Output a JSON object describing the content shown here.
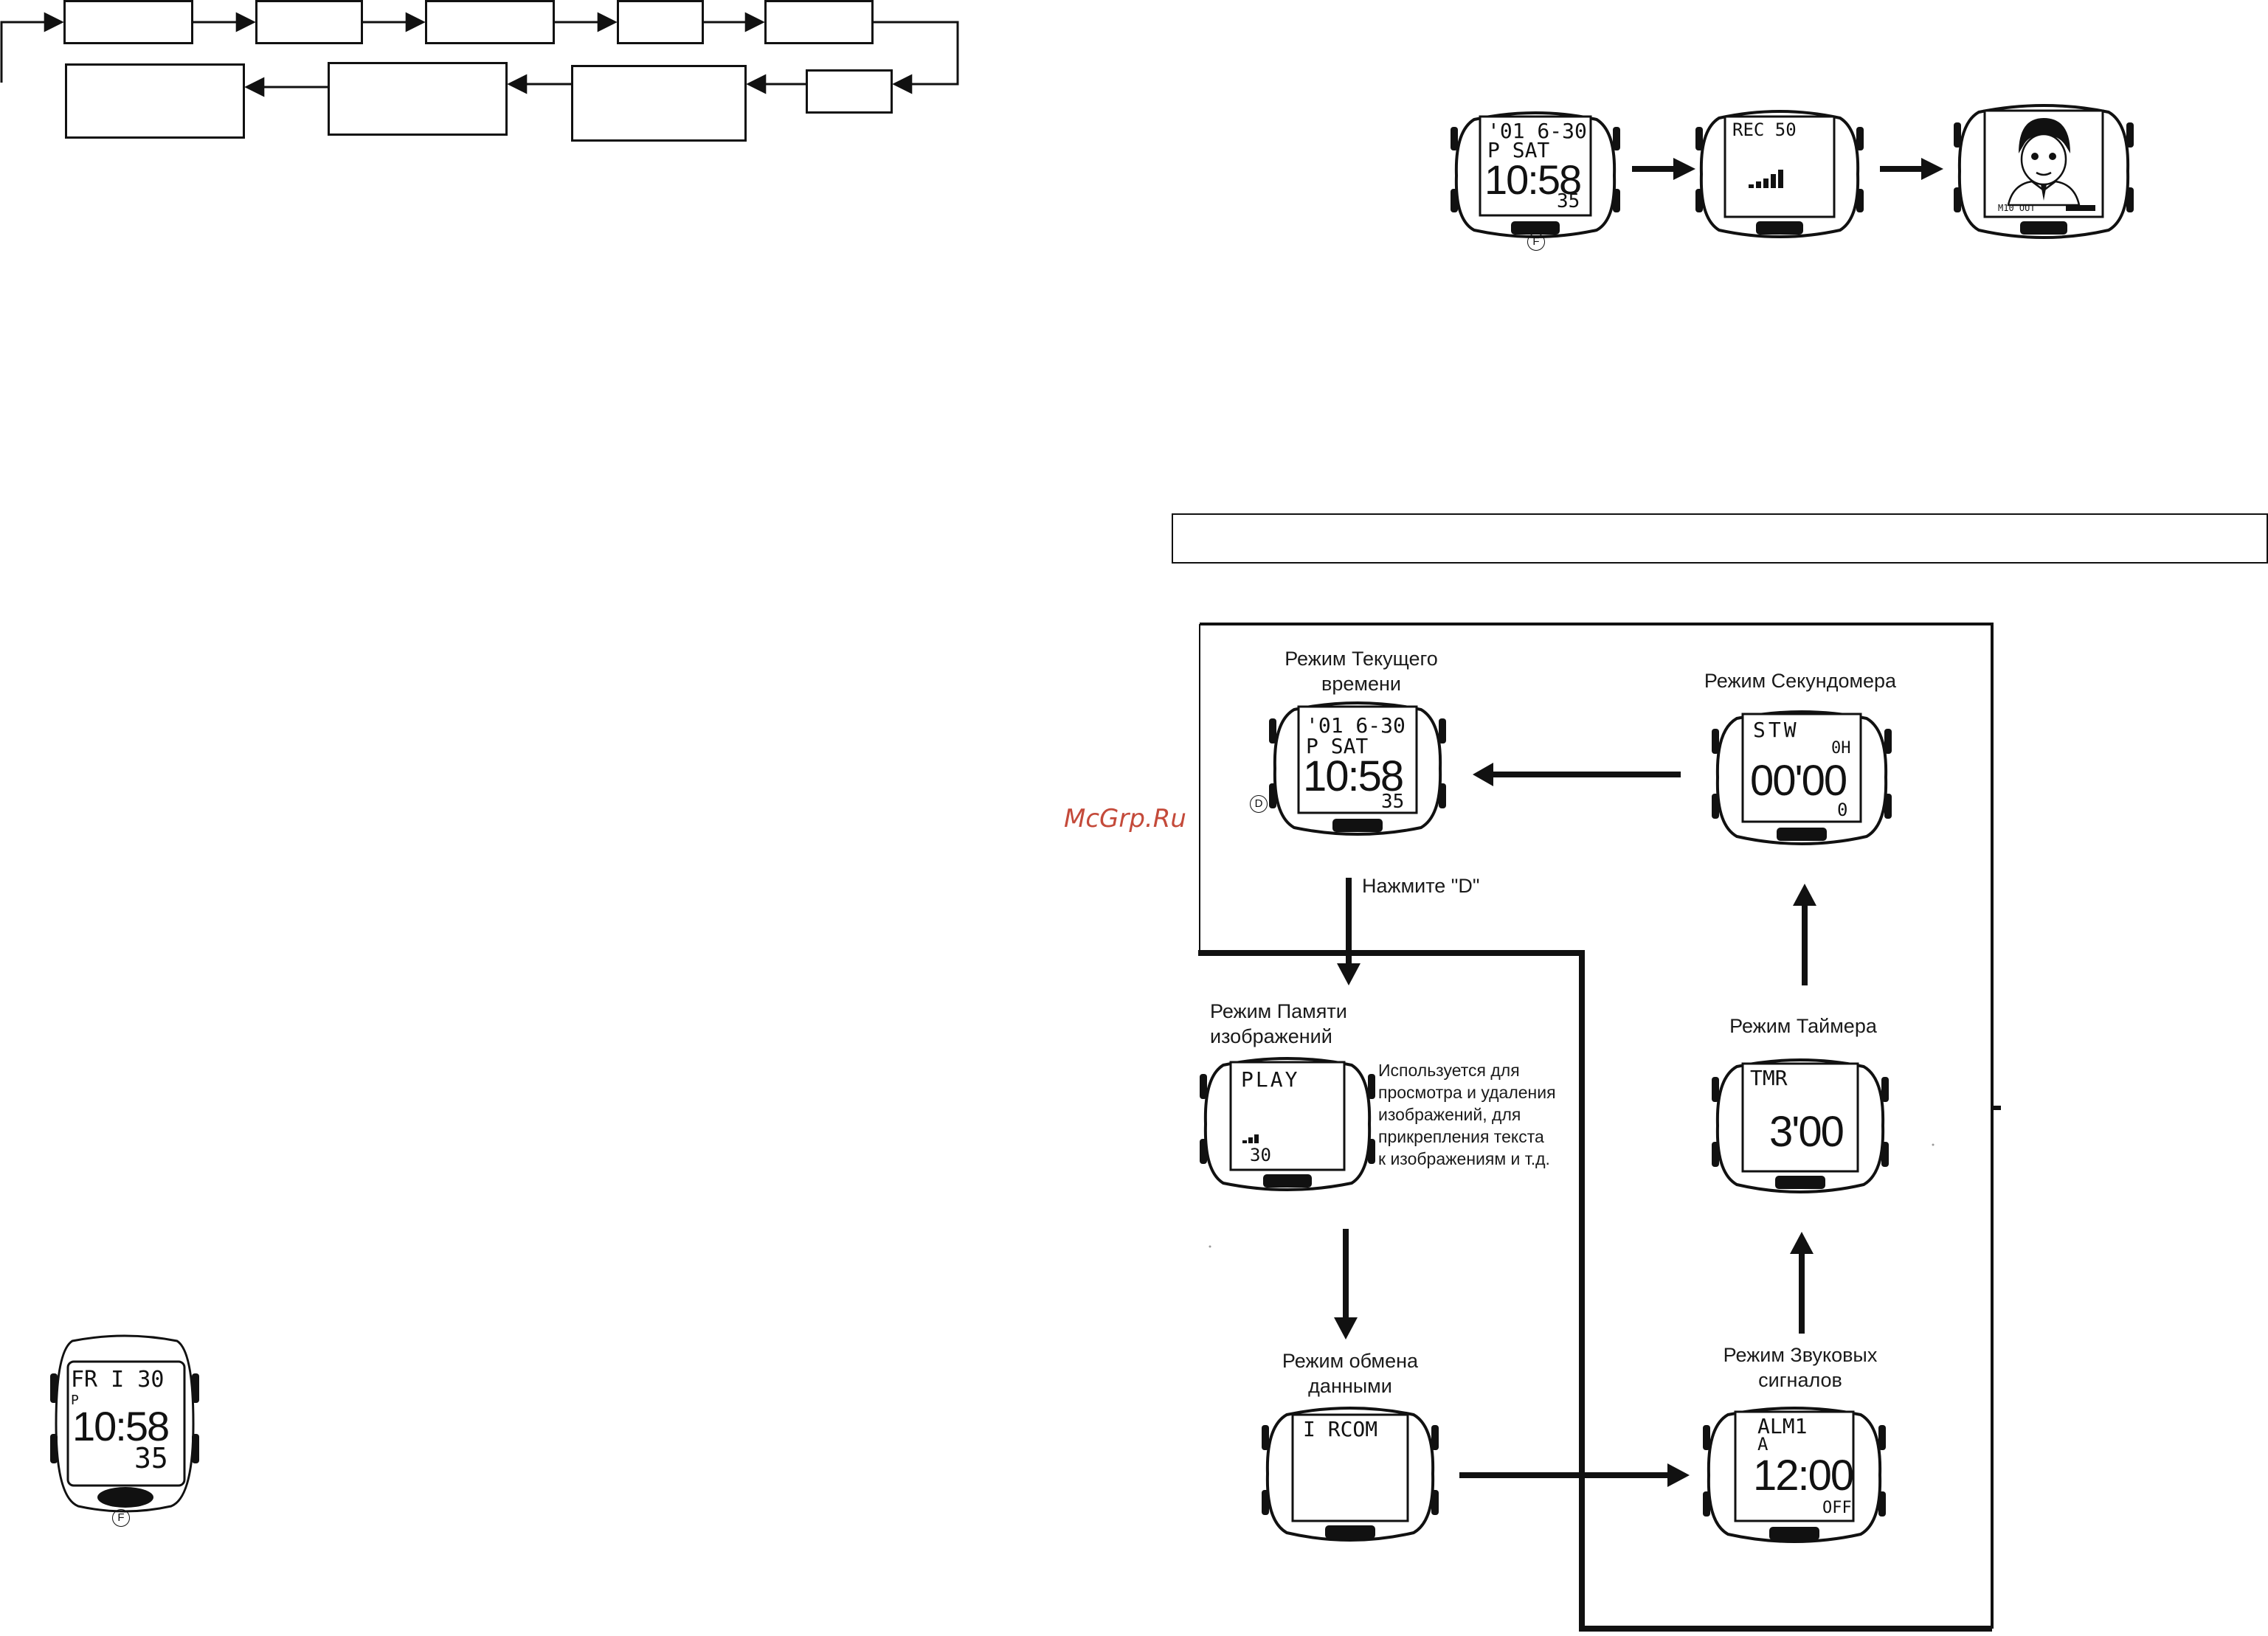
{
  "watermark": "McGrp.Ru",
  "watches": {
    "top_clock": {
      "line1": "'01  6-30",
      "line2": "P  SAT",
      "time": "10:58",
      "seconds": "35",
      "button": "F"
    },
    "top_rec": {
      "line1": "REC    50"
    },
    "top_pic": {
      "caption": "M10  OUT"
    },
    "bottom_left": {
      "line1": "FR I  30",
      "line2": "P",
      "time": "10:58",
      "seconds": "35",
      "button": "F"
    }
  },
  "diagram": {
    "time_mode": {
      "label": "Режим Текущего\nвремени",
      "line1": "'01  6-30",
      "line2": "P   SAT",
      "time": "10:58",
      "seconds": "35",
      "button": "D"
    },
    "stopwatch_mode": {
      "label": "Режим Секундомера",
      "line1": "STW",
      "hours": "0H",
      "time": "00'00",
      "digit": "0"
    },
    "press_d": "Нажмите \"D\"",
    "image_memory_mode": {
      "label": "Режим Памяти\nизображений",
      "line1": "PLAY",
      "count": "30",
      "description": "Используется для\nпросмотра и удаления\nизображений, для\nприкрепления текста\nк изображениям и т.д."
    },
    "timer_mode": {
      "label": "Режим Таймера",
      "line1": "TMR",
      "time": "3'00"
    },
    "data_exchange_mode": {
      "label": "Режим обмена\nданными",
      "line1": "I RCOM"
    },
    "alarm_mode": {
      "label": "Режим Звуковых\nсигналов",
      "line1": "ALM1",
      "line2": "A",
      "time": "12:00",
      "status": "OFF"
    }
  }
}
